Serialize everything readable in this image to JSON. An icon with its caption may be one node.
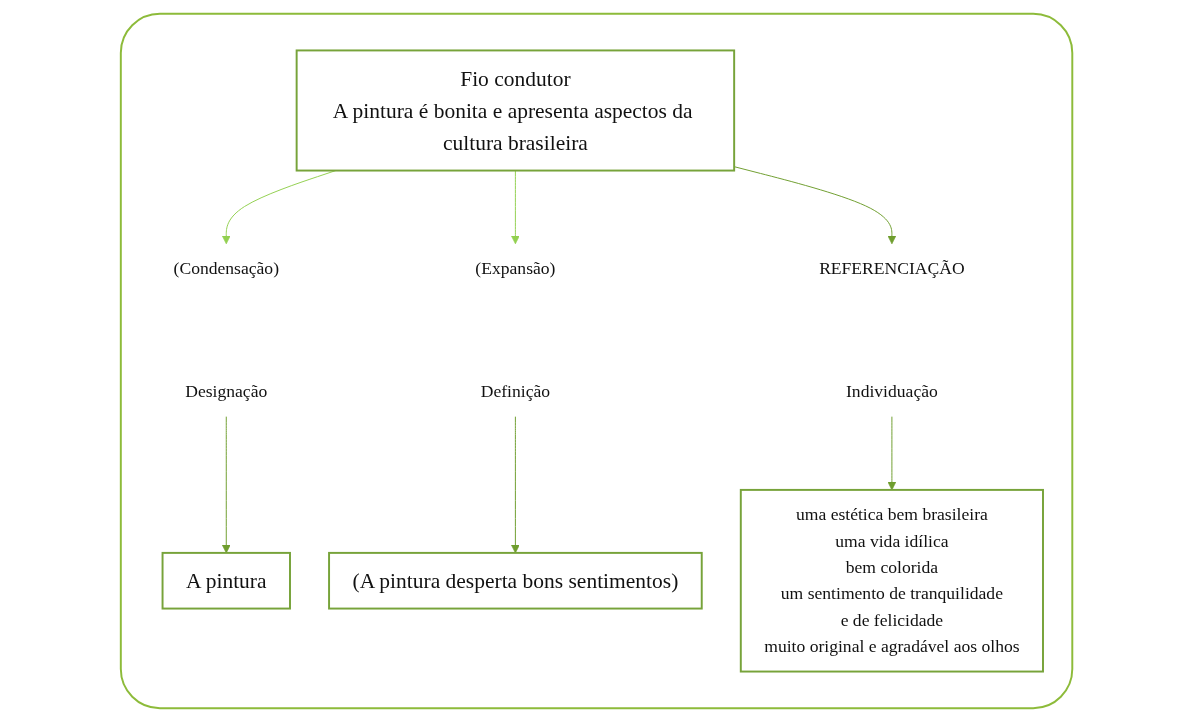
{
  "diagram": {
    "nodes": [
      {
        "text": [],
        "shape": "box"
      },
      {
        "text": [
          "Fio condutor",
          "A pintura é bonita e apresenta aspectos da cultura brasileira"
        ],
        "in": 0
      },
      {
        "text": [
          "REFERENCIAÇÃO"
        ],
        "in": 0
      },
      {
        "text": [
          "(Condensação)"
        ],
        "in": 0
      },
      {
        "text": [
          "(Expansão)"
        ],
        "in": 0
      },
      {
        "text": [
          "Designação"
        ],
        "in": 0
      },
      {
        "text": [
          "Definição"
        ],
        "in": 0
      },
      {
        "text": [
          "Individuação"
        ],
        "in": 0
      },
      {
        "text": [
          "A pintura"
        ],
        "in": 0
      },
      {
        "text": [
          "(A pintura desperta bons sentimentos)"
        ],
        "in": 0
      },
      {
        "text": [
          "uma estética bem brasileira",
          "uma vida idílica",
          "bem colorida",
          "um sentimento de tranquilidade",
          "e de felicidade",
          "muito original e agradável aos olhos"
        ],
        "in": 0
      }
    ],
    "edges": [
      {
        "from": 1,
        "to": 3,
        "arrow": "to",
        "color": "#92d050"
      },
      {
        "from": 1,
        "to": 4,
        "arrow": "to",
        "color": "#92d050"
      },
      {
        "from": 1,
        "to": 2,
        "arrow": "to"
      },
      {
        "from": 5,
        "to": 8,
        "arrow": "to"
      },
      {
        "from": 6,
        "to": 9,
        "arrow": "to"
      },
      {
        "from": 7,
        "to": 10,
        "arrow": "to"
      }
    ]
  }
}
